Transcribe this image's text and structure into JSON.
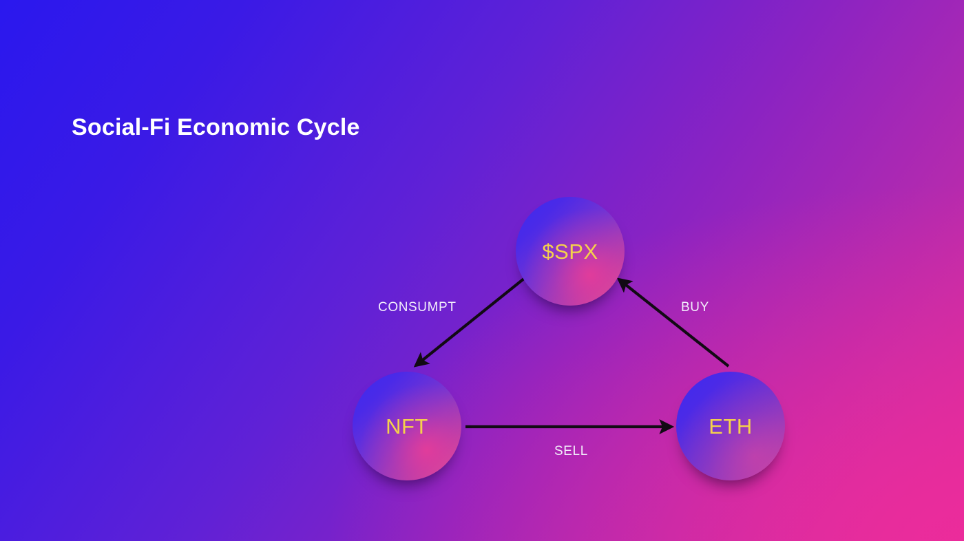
{
  "slide": {
    "title": "Social-Fi Economic Cycle",
    "background": {
      "from": "#2a18ee",
      "mid": "#7b22c8",
      "to": "#e0309c"
    }
  },
  "diagram": {
    "type": "cycle",
    "node_text_color": "#f5d14b",
    "edge_color": "#120a14",
    "edge_label_color": "#f2eefb",
    "nodes": [
      {
        "id": "spx",
        "label": "$SPX"
      },
      {
        "id": "nft",
        "label": "NFT"
      },
      {
        "id": "eth",
        "label": "ETH"
      }
    ],
    "edges": [
      {
        "id": "consumpt",
        "label": "CONSUMPT",
        "from": "spx",
        "to": "nft"
      },
      {
        "id": "sell",
        "label": "SELL",
        "from": "nft",
        "to": "eth"
      },
      {
        "id": "buy",
        "label": "BUY",
        "from": "eth",
        "to": "spx"
      }
    ]
  }
}
